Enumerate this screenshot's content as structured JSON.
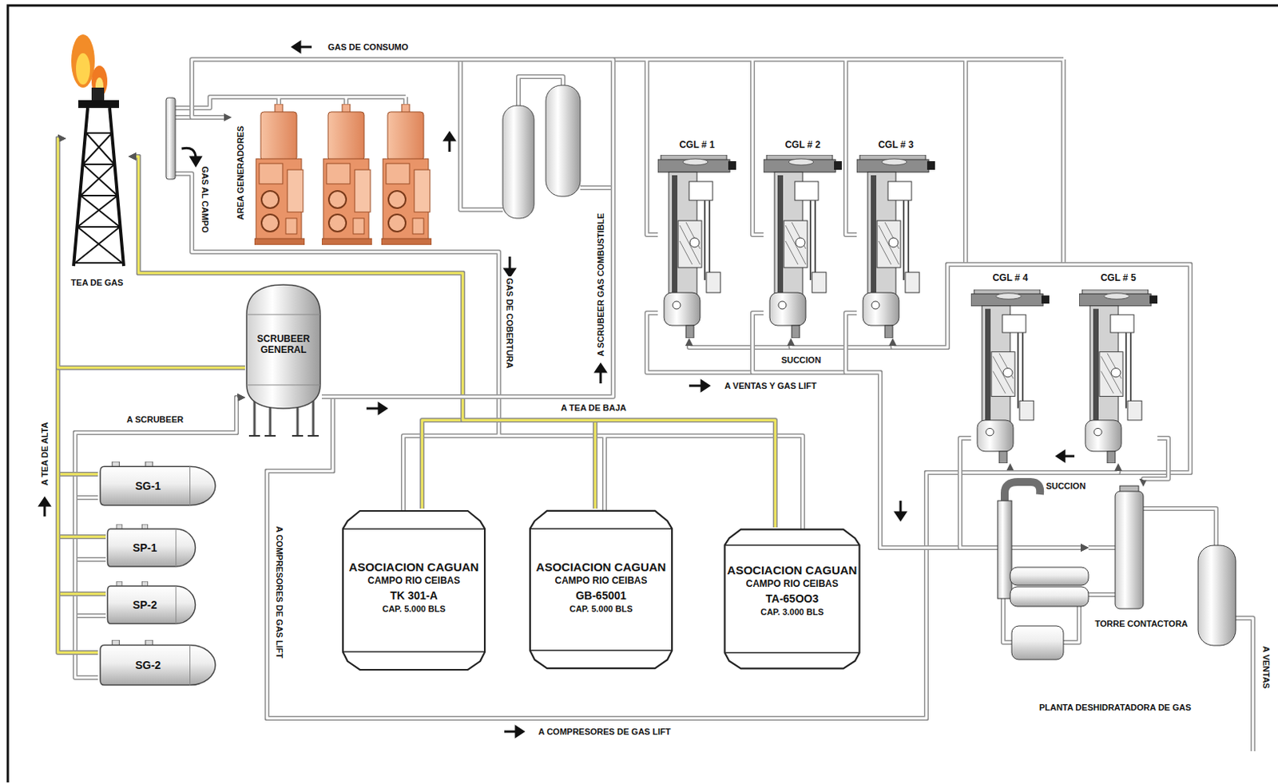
{
  "diagram": {
    "nodes": [
      {
        "text": [
          "TEA DE GAS"
        ]
      },
      {
        "text": [
          "AREA GENERADORES"
        ]
      },
      {
        "text": [
          "CGL # 1"
        ]
      },
      {
        "text": [
          "CGL # 2"
        ]
      },
      {
        "text": [
          "CGL # 3"
        ]
      },
      {
        "text": [
          "SCRUBEER GENERAL"
        ]
      },
      {
        "text": [
          "CGL # 4"
        ]
      },
      {
        "text": [
          "CGL # 5"
        ]
      },
      {
        "text": [
          "SG-1"
        ]
      },
      {
        "text": [
          "SP-1"
        ]
      },
      {
        "text": [
          "SP-2"
        ]
      },
      {
        "text": [
          "SG-2"
        ]
      },
      {
        "text": [
          "ASOCIACION CAGUAN",
          "CAMPO RIO CEIBAS",
          "TK 301-A",
          "CAP. 5.000 BLS"
        ]
      },
      {
        "text": [
          "ASOCIACION CAGUAN",
          "CAMPO RIO CEIBAS",
          "GB-65001",
          "CAP. 5.000 BLS"
        ]
      },
      {
        "text": [
          "ASOCIACION CAGUAN",
          "CAMPO RIO CEIBAS",
          "TA-65OO3",
          "CAP. 3.000 BLS"
        ]
      },
      {
        "text": [
          "TORRE CONTACTORA"
        ]
      }
    ],
    "edges": [
      {
        "from": 8,
        "to": 5,
        "arrow": "to"
      },
      {
        "from": 9,
        "to": 5,
        "arrow": "to"
      },
      {
        "from": 10,
        "to": 5,
        "arrow": "to"
      },
      {
        "from": 11,
        "to": 5,
        "arrow": "to"
      },
      {
        "from": 8,
        "to": 0,
        "arrow": "to"
      },
      {
        "from": 9,
        "to": 0,
        "arrow": "to"
      },
      {
        "from": 10,
        "to": 0,
        "arrow": "to"
      },
      {
        "from": 11,
        "to": 0,
        "arrow": "to"
      },
      {
        "from": 5,
        "to": 0,
        "arrow": "to"
      },
      {
        "from": 12,
        "to": 0,
        "arrow": "to"
      },
      {
        "from": 13,
        "to": 0,
        "arrow": "to"
      },
      {
        "from": 14,
        "to": 0,
        "arrow": "to"
      },
      {
        "from": 5,
        "to": 2,
        "arrow": "to"
      },
      {
        "from": 5,
        "to": 3,
        "arrow": "to"
      },
      {
        "from": 5,
        "to": 4,
        "arrow": "to"
      },
      {
        "from": 5,
        "to": 6,
        "arrow": "to"
      },
      {
        "from": 5,
        "to": 7,
        "arrow": "to"
      },
      {
        "from": 2,
        "to": 15,
        "arrow": "to"
      },
      {
        "from": 3,
        "to": 15,
        "arrow": "to"
      },
      {
        "from": 4,
        "to": 15,
        "arrow": "to"
      },
      {
        "from": 6,
        "to": 15,
        "arrow": "to"
      },
      {
        "from": 7,
        "to": 15,
        "arrow": "to"
      },
      {
        "from": 5,
        "to": 1,
        "arrow": "to"
      }
    ],
    "labels": [
      "GAS DE CONSUMO",
      "GAS AL CAMPO",
      "GAS DE COBERTURA",
      "A SCRUBEER GAS COMBUSTIBLE",
      "SUCCION",
      "A VENTAS Y GAS LIFT",
      "A SCRUBEER",
      "A TEA DE ALTA",
      "A TEA DE BAJA",
      "A COMPRESORES DE GAS LIFT",
      "SUCCION",
      "A COMPRESORES DE GAS LIFT",
      "PLANTA DESHIDRATADORA DE GAS",
      "A VENTAS"
    ]
  }
}
